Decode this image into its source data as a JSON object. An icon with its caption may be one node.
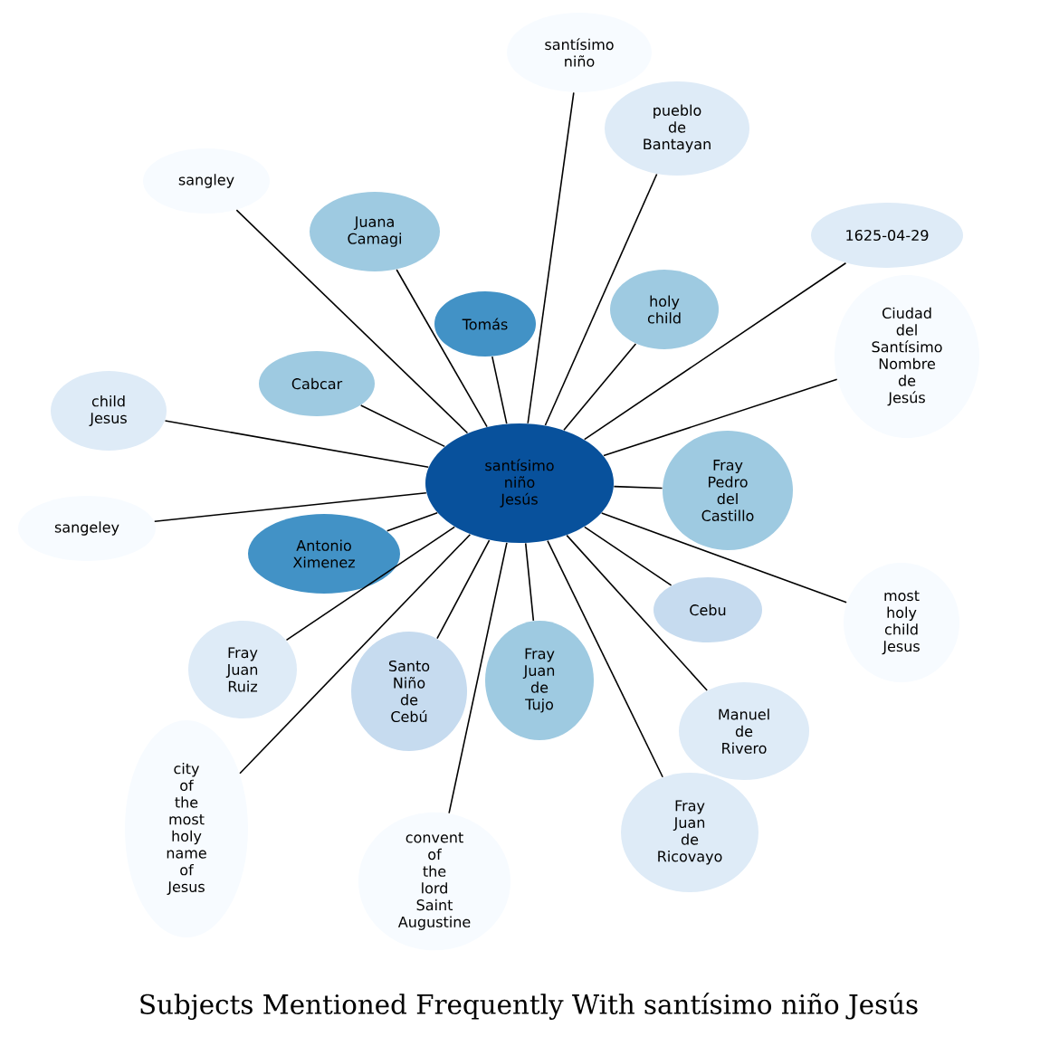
{
  "diagram": {
    "title": "Subjects Mentioned Frequently With santísimo niño Jesús",
    "nodes": [
      {
        "text": [
          "santísimo niño Jesús"
        ]
      },
      {
        "text": [
          "santísimo niño"
        ]
      },
      {
        "text": [
          "sangley"
        ]
      },
      {
        "text": [
          "pueblo de Bantayan"
        ]
      },
      {
        "text": [
          "Juana Camagi"
        ]
      },
      {
        "text": [
          "child Jesus"
        ]
      },
      {
        "text": [
          "1625-04-29"
        ]
      },
      {
        "text": [
          "Cabcar"
        ]
      },
      {
        "text": [
          "holy child"
        ]
      },
      {
        "text": [
          "Tomás"
        ]
      },
      {
        "text": [
          "Ciudad del Santísimo Nombre de Jesús"
        ]
      },
      {
        "text": [
          "sangeley"
        ]
      },
      {
        "text": [
          "Fray Pedro del Castillo"
        ]
      },
      {
        "text": [
          "Antonio Ximenez"
        ]
      },
      {
        "text": [
          "Fray Juan Ruiz"
        ]
      },
      {
        "text": [
          "Cebu"
        ]
      },
      {
        "text": [
          "city of the most holy name of Jesus"
        ]
      },
      {
        "text": [
          "Santo Niño de Cebú"
        ]
      },
      {
        "text": [
          "Fray Juan de Tujo"
        ]
      },
      {
        "text": [
          "most holy child Jesus"
        ]
      },
      {
        "text": [
          "Manuel de Rivero"
        ]
      },
      {
        "text": [
          "Fray Juan de Ricovayo"
        ]
      },
      {
        "text": [
          "convent of the lord Saint Augustine"
        ]
      }
    ],
    "edges": [
      {
        "from": 0,
        "to": 1,
        "arrow": "none"
      },
      {
        "from": 0,
        "to": 2,
        "arrow": "none"
      },
      {
        "from": 0,
        "to": 3,
        "arrow": "none"
      },
      {
        "from": 0,
        "to": 4,
        "arrow": "none"
      },
      {
        "from": 0,
        "to": 5,
        "arrow": "none"
      },
      {
        "from": 0,
        "to": 6,
        "arrow": "none"
      },
      {
        "from": 0,
        "to": 7,
        "arrow": "none"
      },
      {
        "from": 0,
        "to": 8,
        "arrow": "none"
      },
      {
        "from": 0,
        "to": 9,
        "arrow": "none"
      },
      {
        "from": 0,
        "to": 10,
        "arrow": "none"
      },
      {
        "from": 0,
        "to": 11,
        "arrow": "none"
      },
      {
        "from": 0,
        "to": 12,
        "arrow": "none"
      },
      {
        "from": 0,
        "to": 13,
        "arrow": "none"
      },
      {
        "from": 0,
        "to": 14,
        "arrow": "none"
      },
      {
        "from": 0,
        "to": 15,
        "arrow": "none"
      },
      {
        "from": 0,
        "to": 16,
        "arrow": "none"
      },
      {
        "from": 0,
        "to": 17,
        "arrow": "none"
      },
      {
        "from": 0,
        "to": 18,
        "arrow": "none"
      },
      {
        "from": 0,
        "to": 19,
        "arrow": "none"
      },
      {
        "from": 0,
        "to": 20,
        "arrow": "none"
      },
      {
        "from": 0,
        "to": 21,
        "arrow": "none"
      },
      {
        "from": 0,
        "to": 22,
        "arrow": "none"
      }
    ]
  }
}
